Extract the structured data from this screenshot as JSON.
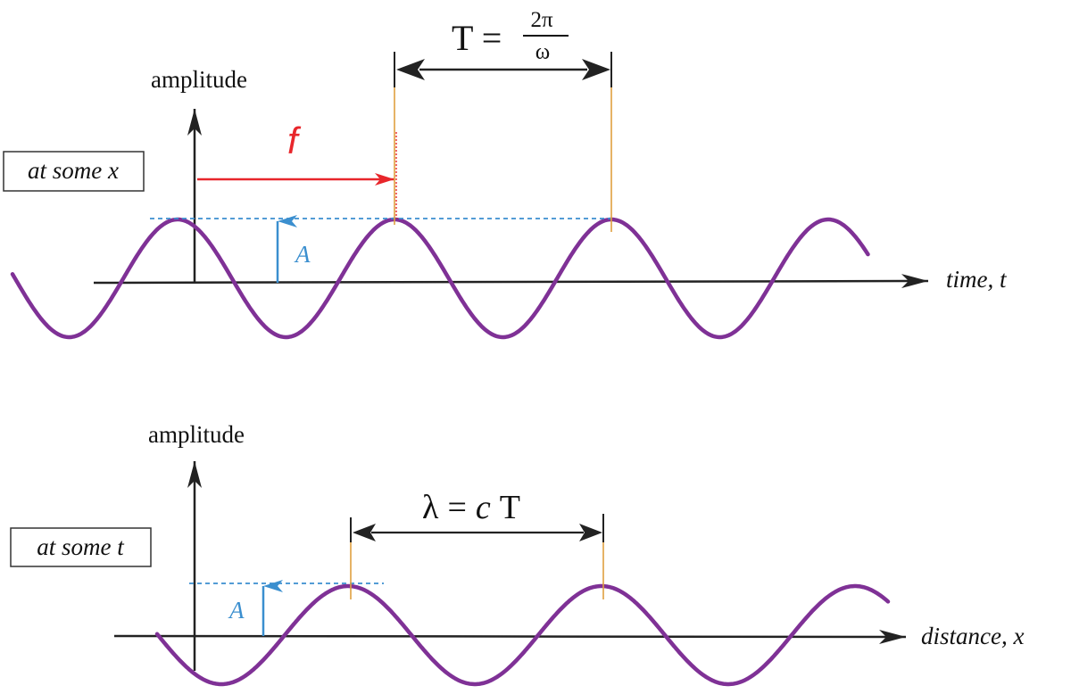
{
  "colors": {
    "wave": "#7f3196",
    "axis": "#222222",
    "amplitude_guide": "#3b8fcf",
    "frequency_arrow": "#e8262b",
    "marker": "#e0a040"
  },
  "top_panel": {
    "y_axis_label": "amplitude",
    "context_box": "at some x",
    "x_axis_label": "time, t",
    "amplitude_symbol": "A",
    "frequency_symbol": "f",
    "period_lhs": "T =",
    "period_numerator": "2π",
    "period_denominator": "ω"
  },
  "bottom_panel": {
    "y_axis_label": "amplitude",
    "context_box": "at some t",
    "x_axis_label": "distance, x",
    "amplitude_symbol": "A",
    "wavelength_lambda": "λ",
    "wavelength_eq": "=",
    "wavelength_c": "c",
    "wavelength_T": "T"
  }
}
